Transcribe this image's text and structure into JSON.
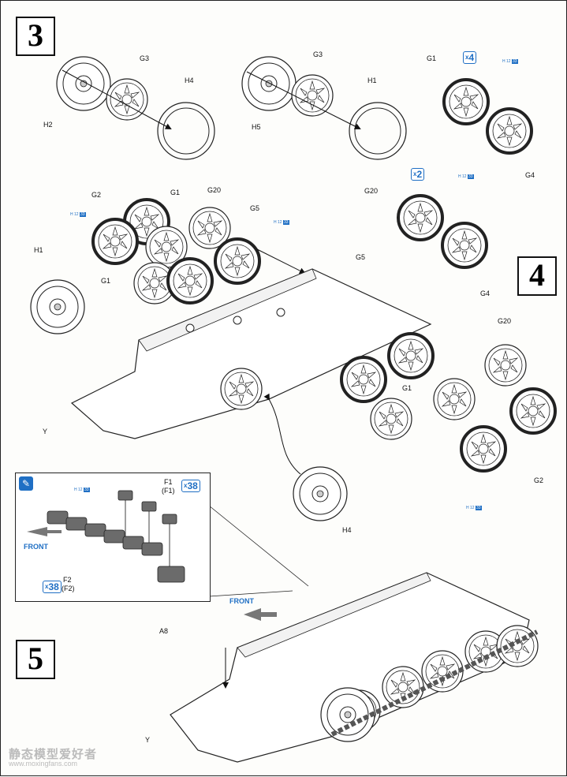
{
  "steps": [
    {
      "number": "3"
    },
    {
      "number": "4"
    },
    {
      "number": "5"
    }
  ],
  "multipliers": {
    "step3_wheels": "4",
    "step4_wheels": "2",
    "inset_f1": "38",
    "inset_f2": "38",
    "prefix": "x"
  },
  "paint_tag": {
    "ref": "H 12",
    "code": "33"
  },
  "labels": {
    "G3a": "G3",
    "H4a": "H4",
    "H2": "H2",
    "G3b": "G3",
    "H1a": "H1",
    "H5": "H5",
    "G1a": "G1",
    "G4a": "G4",
    "G2a": "G2",
    "G1b": "G1",
    "G20a": "G20",
    "G5a": "G5",
    "H1b": "H1",
    "G1c": "G1",
    "G20b": "G20",
    "G4b": "G4",
    "G5b": "G5",
    "G20c": "G20",
    "G1d": "G1",
    "G2b": "G2",
    "Ya": "Y",
    "H4b": "H4",
    "F1": "F1",
    "F1p": "(F1)",
    "F2": "F2",
    "F2p": "(F2)",
    "A8": "A8",
    "Yb": "Y"
  },
  "front_label": "FRONT",
  "watermark": {
    "cn": "静态模型爱好者",
    "url": "www.moxingfans.com"
  },
  "colors": {
    "accent": "#1f6fc4",
    "ink": "#111111",
    "part_gray": "#555555"
  }
}
